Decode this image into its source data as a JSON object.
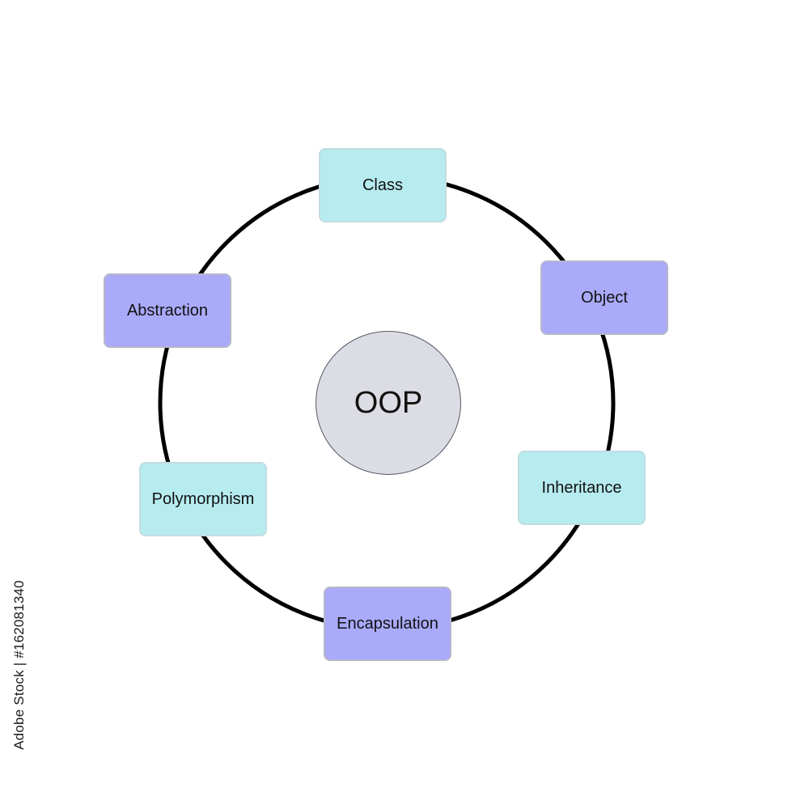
{
  "diagram": {
    "center_label": "OOP",
    "nodes": [
      {
        "id": "class",
        "label": "Class",
        "color": "#b6ebef"
      },
      {
        "id": "object",
        "label": "Object",
        "color": "#aaaafa"
      },
      {
        "id": "inheritance",
        "label": "Inheritance",
        "color": "#b6ebef"
      },
      {
        "id": "encapsulation",
        "label": "Encapsulation",
        "color": "#aaaafa"
      },
      {
        "id": "polymorphism",
        "label": "Polymorphism",
        "color": "#b6ebef"
      },
      {
        "id": "abstraction",
        "label": "Abstraction",
        "color": "#aaaafa"
      }
    ],
    "center_color": "#dcdce4",
    "ring_color": "#000000"
  },
  "watermark": {
    "stock_id": "Adobe Stock | #162081340"
  }
}
